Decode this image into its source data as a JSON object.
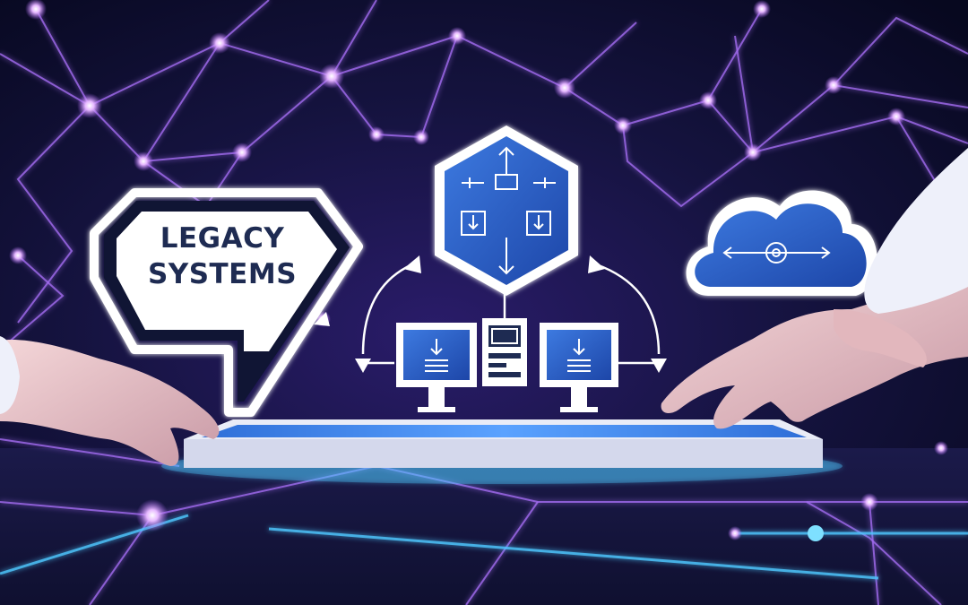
{
  "bubble": {
    "line1": "LEGACY",
    "line2": "SYSTEMS"
  },
  "colors": {
    "background": "#0b0d2e",
    "network": "#a36bf0",
    "node": "#e3b8ff",
    "glass_blue": "#2e63c8",
    "accent_cyan": "#4ec8ff"
  },
  "icons": [
    "legacy-systems-speech-bubble",
    "hexagon-flow-icon",
    "cloud-sync-icon",
    "desktop-monitor-icon",
    "server-tower-icon",
    "tablet-device"
  ]
}
